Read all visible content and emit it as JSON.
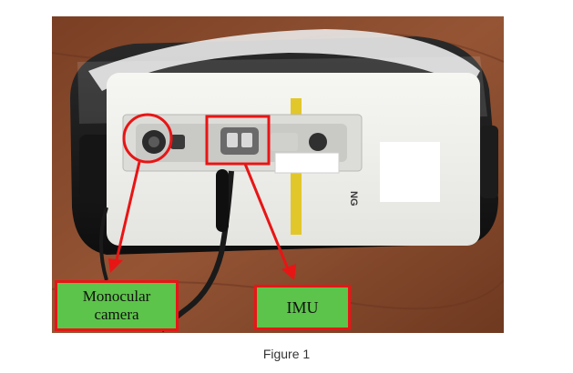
{
  "figure": {
    "caption": "Figure 1",
    "labels": {
      "monocular_line1": "Monocular",
      "monocular_line2": "camera",
      "imu": "IMU"
    },
    "device_print": "NG",
    "colors": {
      "wood": "#8a4a2c",
      "panel": "#f1f1ee",
      "label_fill": "#5cc44a",
      "annotation_red": "#e81515",
      "cable": "#1a1a1a",
      "tape": "#e2c72a"
    }
  }
}
